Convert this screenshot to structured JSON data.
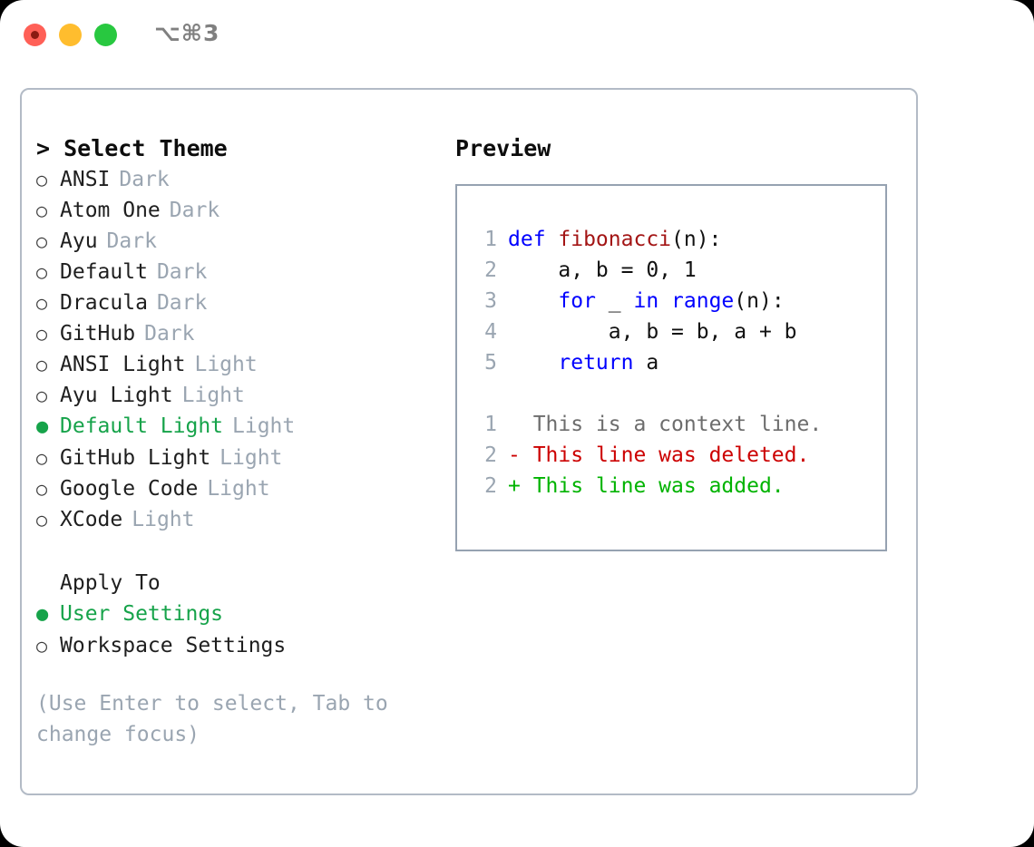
{
  "titlebar": {
    "traffic_lights": [
      "close",
      "minimize",
      "maximize"
    ],
    "shortcut": "⌥⌘3"
  },
  "theme_panel": {
    "header": "> Select Theme",
    "items": [
      {
        "bullet": "○",
        "label": "ANSI",
        "tag": "Dark",
        "selected": false
      },
      {
        "bullet": "○",
        "label": "Atom One",
        "tag": "Dark",
        "selected": false
      },
      {
        "bullet": "○",
        "label": "Ayu",
        "tag": "Dark",
        "selected": false
      },
      {
        "bullet": "○",
        "label": "Default",
        "tag": "Dark",
        "selected": false
      },
      {
        "bullet": "○",
        "label": "Dracula",
        "tag": "Dark",
        "selected": false
      },
      {
        "bullet": "○",
        "label": "GitHub",
        "tag": "Dark",
        "selected": false
      },
      {
        "bullet": "○",
        "label": "ANSI Light",
        "tag": "Light",
        "selected": false
      },
      {
        "bullet": "○",
        "label": "Ayu Light",
        "tag": "Light",
        "selected": false
      },
      {
        "bullet": "●",
        "label": "Default Light",
        "tag": "Light",
        "selected": true
      },
      {
        "bullet": "○",
        "label": "GitHub Light",
        "tag": "Light",
        "selected": false
      },
      {
        "bullet": "○",
        "label": "Google Code",
        "tag": "Light",
        "selected": false
      },
      {
        "bullet": "○",
        "label": "XCode",
        "tag": "Light",
        "selected": false
      }
    ]
  },
  "apply_to": {
    "header": "Apply To",
    "items": [
      {
        "bullet": "●",
        "label": "User Settings",
        "selected": true
      },
      {
        "bullet": "○",
        "label": "Workspace Settings",
        "selected": false
      }
    ]
  },
  "hint": "(Use Enter to select, Tab to change focus)",
  "preview": {
    "title": "Preview",
    "code_lines": [
      {
        "number": "1",
        "tokens": [
          {
            "text": "def ",
            "type": "kw"
          },
          {
            "text": "fibonacci",
            "type": "fn"
          },
          {
            "text": "(n):",
            "type": "plain"
          }
        ]
      },
      {
        "number": "2",
        "tokens": [
          {
            "text": "    a, b = 0, 1",
            "type": "plain"
          }
        ]
      },
      {
        "number": "3",
        "tokens": [
          {
            "text": "    ",
            "type": "plain"
          },
          {
            "text": "for",
            "type": "kw"
          },
          {
            "text": " _ ",
            "type": "plain"
          },
          {
            "text": "in",
            "type": "kw"
          },
          {
            "text": " ",
            "type": "plain"
          },
          {
            "text": "range",
            "type": "kw"
          },
          {
            "text": "(n):",
            "type": "plain"
          }
        ]
      },
      {
        "number": "4",
        "tokens": [
          {
            "text": "        a, b = b, a + b",
            "type": "plain"
          }
        ]
      },
      {
        "number": "5",
        "tokens": [
          {
            "text": "    ",
            "type": "plain"
          },
          {
            "text": "return",
            "type": "kw"
          },
          {
            "text": " a",
            "type": "plain"
          }
        ]
      }
    ],
    "diff_lines": [
      {
        "number": "1",
        "marker": " ",
        "text": " This is a context line.",
        "type": "ctx"
      },
      {
        "number": "2",
        "marker": "-",
        "text": " This line was deleted.",
        "type": "del"
      },
      {
        "number": "2",
        "marker": "+",
        "text": " This line was added.",
        "type": "add"
      }
    ]
  },
  "colors": {
    "accent_green": "#16a34a",
    "muted_gray": "#9aa5b1",
    "keyword_blue": "#0000ff",
    "function_red": "#a31515",
    "diff_deleted": "#cc0000",
    "diff_added": "#00b300",
    "border": "#b3bbc6"
  }
}
